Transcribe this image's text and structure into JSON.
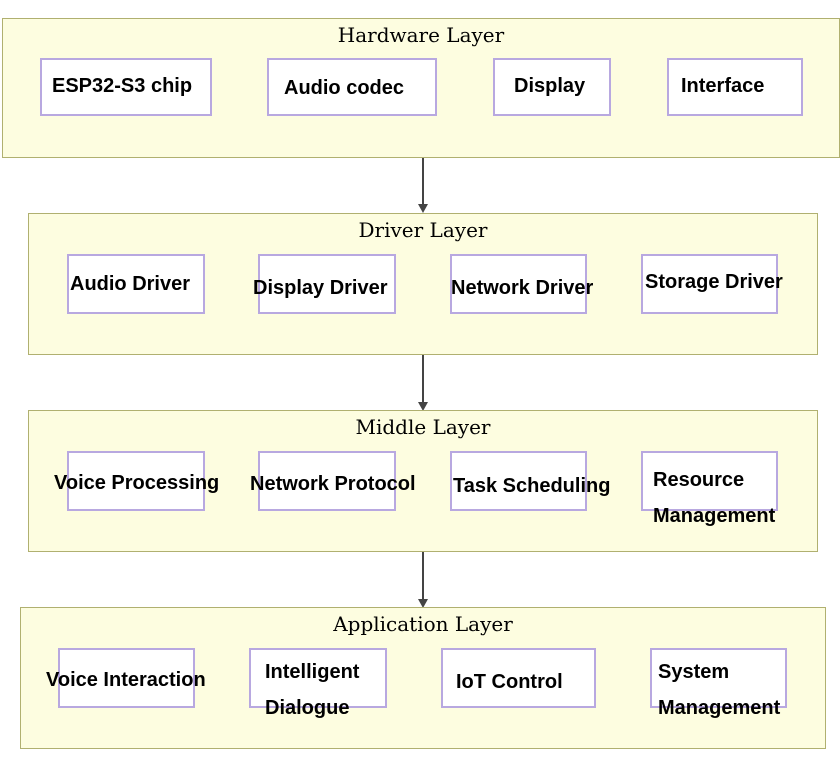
{
  "colors": {
    "layer_fill": "#fdfde0",
    "layer_border": "#b0b070",
    "module_border": "#b8a8e0",
    "arrow": "#444444"
  },
  "layers": [
    {
      "title": "Hardware Layer",
      "modules": [
        "ESP32-S3 chip",
        "Audio codec",
        "Display",
        "Interface"
      ]
    },
    {
      "title": "Driver Layer",
      "modules": [
        "Audio Driver",
        "Display Driver",
        "Network Driver",
        "Storage Driver"
      ]
    },
    {
      "title": "Middle Layer",
      "modules": [
        "Voice Processing",
        "Network Protocol",
        "Task Scheduling",
        "Resource Management"
      ]
    },
    {
      "title": "Application Layer",
      "modules": [
        "Voice Interaction",
        "Intelligent Dialogue",
        "IoT Control",
        "System Management"
      ]
    }
  ]
}
